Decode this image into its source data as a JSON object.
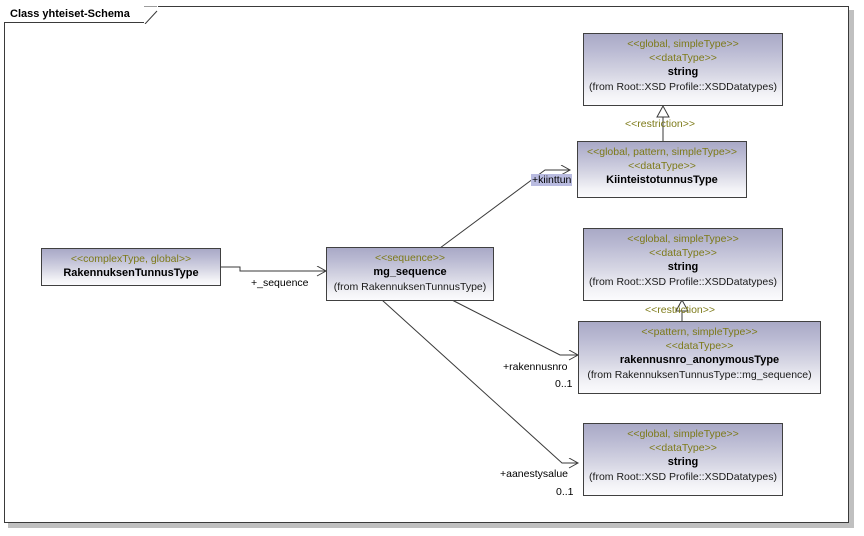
{
  "frame": {
    "tab_label": "Class yhteiset-Schema"
  },
  "colors": {
    "box_gradient_top": "#a9a9c6",
    "box_gradient_bottom": "#fbfbfd",
    "box_border": "#404040",
    "stereotype_text": "#7d7a18",
    "class_name_text": "#000000",
    "edge_line": "#3a3a3a",
    "selection_highlight": "#b9bbe0",
    "frame_shadow": "#c0c0c0"
  },
  "classes": {
    "rakennuksen_tunnus_type": {
      "stereotype1": "<<complexType, global>>",
      "name": "RakennuksenTunnusType"
    },
    "mg_sequence": {
      "stereotype1": "<<sequence>>",
      "name": "mg_sequence",
      "from": "(from RakennuksenTunnusType)"
    },
    "string_top": {
      "stereotype1": "<<global, simpleType>>",
      "stereotype2": "<<dataType>>",
      "name": "string",
      "from": "(from Root::XSD Profile::XSDDatatypes)"
    },
    "kiinteistotunnus_type": {
      "stereotype1": "<<global, pattern, simpleType>>",
      "stereotype2": "<<dataType>>",
      "name": "KiinteistotunnusType"
    },
    "string_middle": {
      "stereotype1": "<<global, simpleType>>",
      "stereotype2": "<<dataType>>",
      "name": "string",
      "from": "(from Root::XSD Profile::XSDDatatypes)"
    },
    "rakennusnro_anonymous_type": {
      "stereotype1": "<<pattern, simpleType>>",
      "stereotype2": "<<dataType>>",
      "name": "rakennusnro_anonymousType",
      "from": "(from RakennuksenTunnusType::mg_sequence)"
    },
    "string_bottom": {
      "stereotype1": "<<global, simpleType>>",
      "stereotype2": "<<dataType>>",
      "name": "string",
      "from": "(from Root::XSD Profile::XSDDatatypes)"
    }
  },
  "edges": {
    "sequence_assoc": {
      "role": "+_sequence",
      "multiplicity": ""
    },
    "kiinttun_assoc": {
      "role": "+kiinttun",
      "multiplicity": "",
      "selected": true
    },
    "rakennusnro_assoc": {
      "role": "+rakennusnro",
      "multiplicity": "0..1"
    },
    "aanestysalue_assoc": {
      "role": "+aanestysalue",
      "multiplicity": "0..1"
    },
    "restriction_top": {
      "label": "<<restriction>>"
    },
    "restriction_middle": {
      "label": "<<restriction>>"
    }
  }
}
